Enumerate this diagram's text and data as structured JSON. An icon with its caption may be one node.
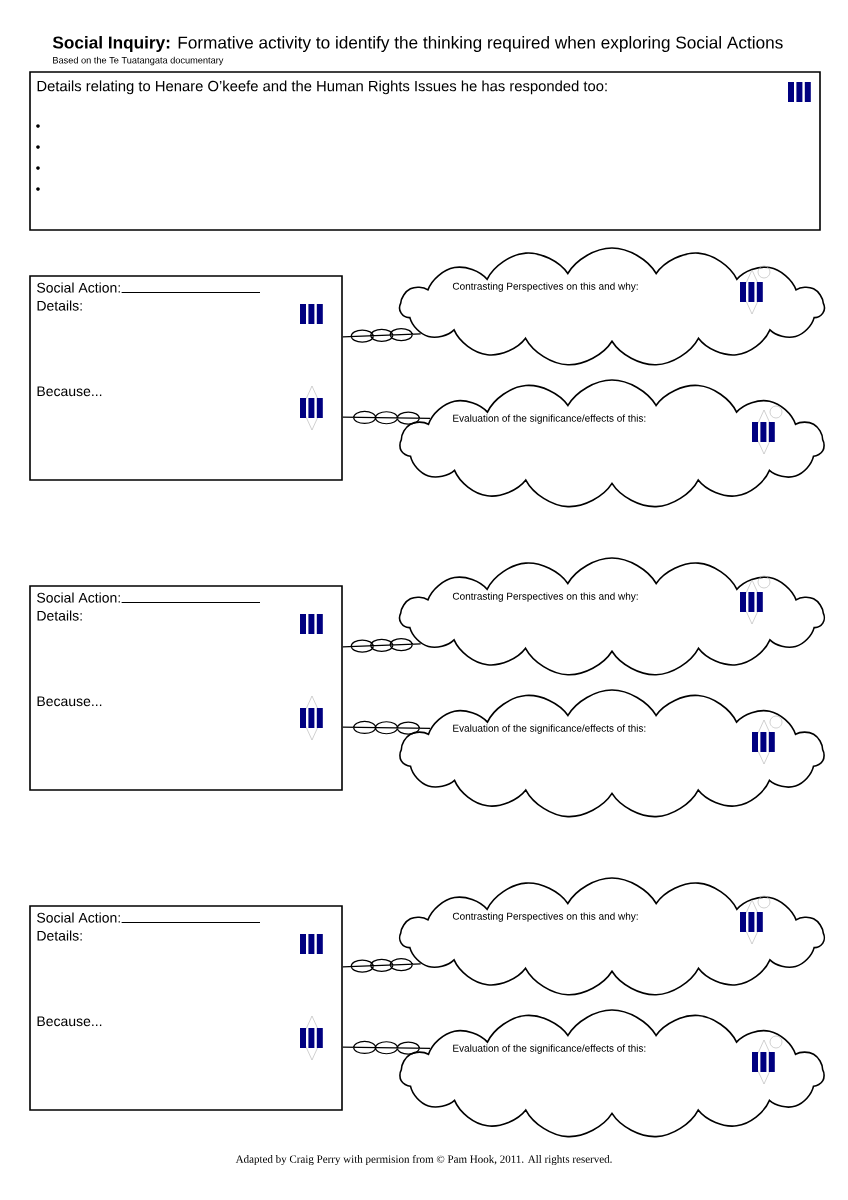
{
  "diagram": {
    "title": "**Social Inquiry:** Formative activity to identify the thinking required when exploring Social Actions",
    "nodes": [
      {
        "text": [
          "Details relating to Henare O’keefe and the Human Rights Issues he has responded too:"
        ]
      },
      {
        "text": [
          "Social Action:",
          "Details:",
          "Because..."
        ]
      },
      {
        "text": [
          "Contrasting Perspectives on this and why:"
        ]
      },
      {
        "text": [
          "Evaluation of the significance/effects of this:"
        ]
      },
      {
        "text": [
          "Social Action:",
          "Details:",
          "Because..."
        ]
      },
      {
        "text": [
          "Contrasting Perspectives on this and why:"
        ]
      },
      {
        "text": [
          "Evaluation of the significance/effects of this:"
        ]
      },
      {
        "text": [
          "Social Action:",
          "Details:",
          "Because..."
        ]
      },
      {
        "text": [
          "Contrasting Perspectives on this and why:"
        ]
      },
      {
        "text": [
          "Evaluation of the significance/effects of this:"
        ]
      }
    ],
    "edges": [
      {
        "from": 1,
        "to": 2,
        "arrow": "none"
      },
      {
        "from": 1,
        "to": 3,
        "arrow": "none"
      },
      {
        "from": 4,
        "to": 5,
        "arrow": "none"
      },
      {
        "from": 4,
        "to": 6,
        "arrow": "none"
      },
      {
        "from": 7,
        "to": 8,
        "arrow": "none"
      },
      {
        "from": 7,
        "to": 9,
        "arrow": "none"
      }
    ],
    "labels": [
      "Based on the Te Tuatangata documentary",
      "Adapted by Craig Perry with permision from © Pam Hook, 2011.  All rights reserved."
    ]
  }
}
